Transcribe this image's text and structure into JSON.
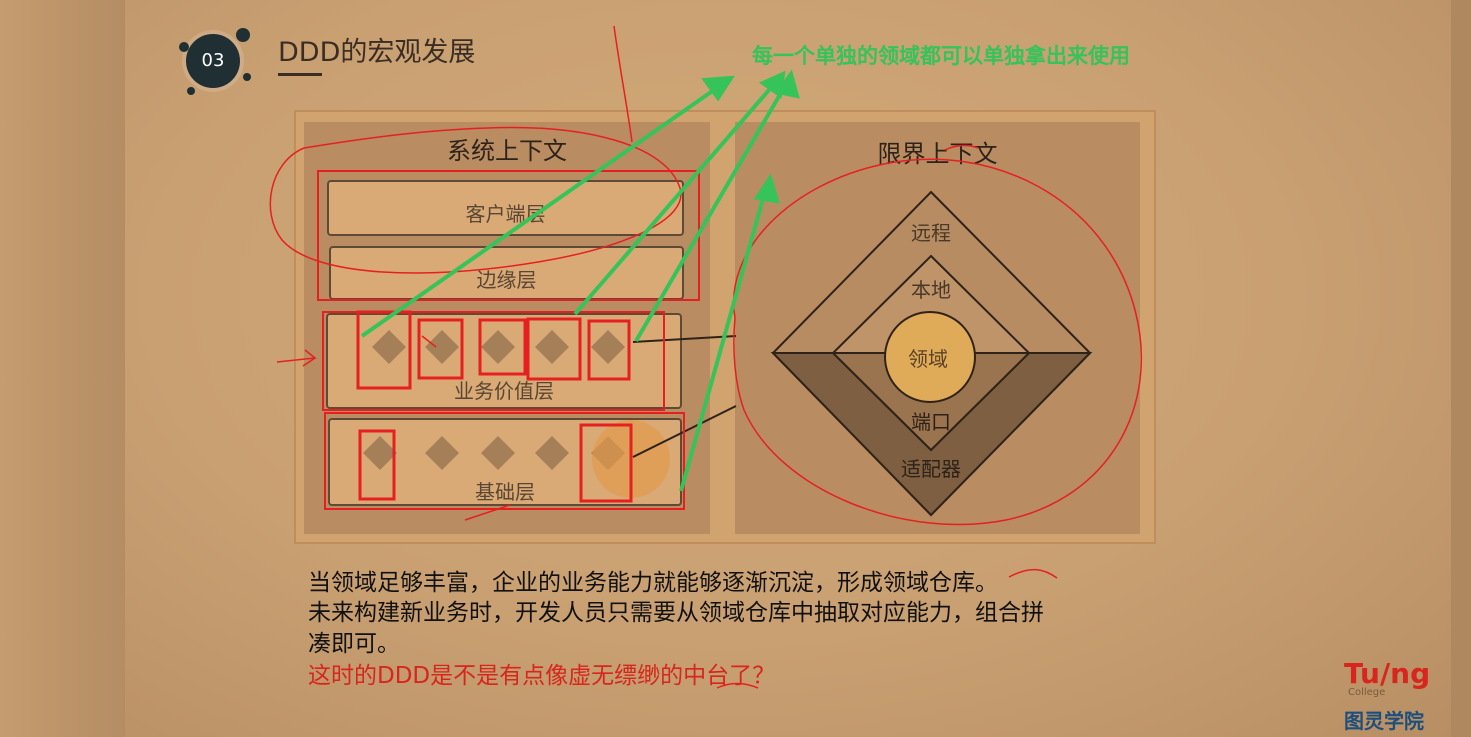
{
  "slide_number": "03",
  "title": "DDD的宏观发展",
  "note": "每一个单独的领域都可以单独拿出来使用",
  "panels": {
    "left": {
      "title": "系统上下文",
      "layers": [
        {
          "label": "客户端层"
        },
        {
          "label": "边缘层"
        },
        {
          "label": "业务价值层"
        },
        {
          "label": "基础层"
        }
      ]
    },
    "right": {
      "title": "限界上下文",
      "rings": {
        "remote": "远程",
        "local": "本地",
        "domain": "领域",
        "port": "端口",
        "adapter": "适配器"
      }
    }
  },
  "text": {
    "line1": "当领域足够丰富，企业的业务能力就能够逐渐沉淀，形成领域仓库。",
    "line2": "未来构建新业务时，开发人员只需要从领域仓库中抽取对应能力，组合拼",
    "line3": "凑即可。",
    "line4": "这时的DDD是不是有点像虚无缥缈的中台了？"
  },
  "logo": {
    "brand": "Tu/ng",
    "sub": "College",
    "cn": "图灵学院"
  },
  "colors": {
    "annotation_red": "#e62020",
    "annotation_green": "#35c35a"
  }
}
